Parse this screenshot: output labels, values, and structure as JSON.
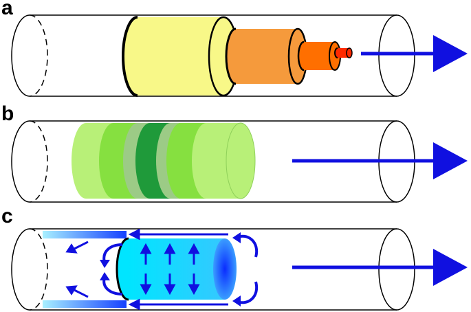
{
  "panels": [
    {
      "label": "a"
    },
    {
      "label": "b"
    },
    {
      "label": "c"
    }
  ],
  "colors": {
    "tube_outline": "#000000",
    "arrow": "#1010e0",
    "panel_a_large": "#f8f888",
    "panel_a_medium": "#f59a3c",
    "panel_a_small": "#ff6f00",
    "panel_a_tip": "#ff2a00",
    "panel_b_light": "#b8f078",
    "panel_b_mid": "#86e040",
    "panel_b_grey": "#9ccb86",
    "panel_b_dark": "#1f9a3a",
    "panel_c_cyan": "#00e5ff",
    "panel_c_gradient_end": "#1540ff"
  },
  "icons": [
    "flow-arrow-icon",
    "expansion-arrow-icon",
    "vortex-arrow-icon"
  ]
}
